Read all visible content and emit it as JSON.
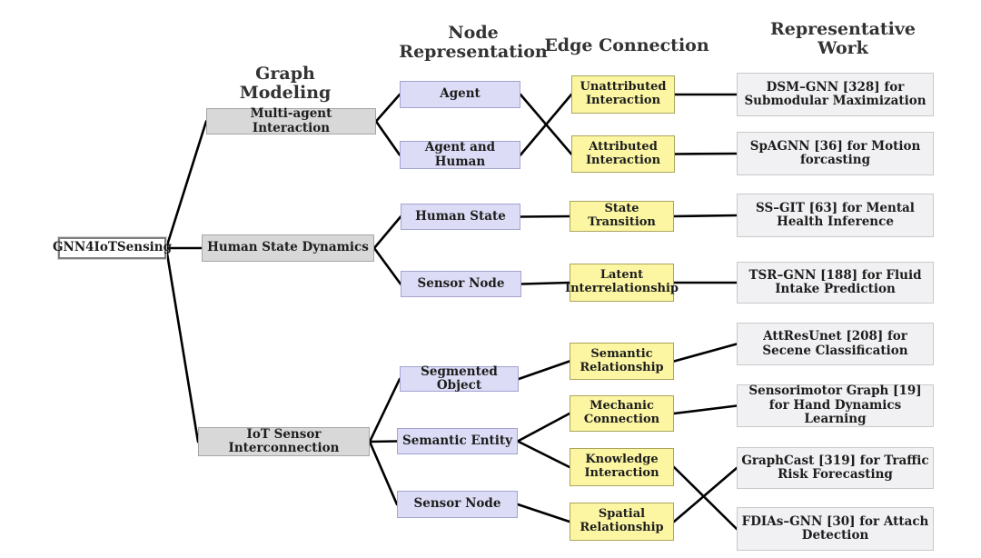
{
  "headers": {
    "graph_modeling": "Graph Modeling",
    "node_representation": "Node Representation",
    "edge_connection": "Edge Connection",
    "representative_work": "Representative Work"
  },
  "nodes": {
    "root": {
      "label": "GNN4IoTSensing",
      "type": "root"
    },
    "multi_agent": {
      "label": "Multi-agent Interaction",
      "type": "graph-modeling"
    },
    "human_state_dynamics": {
      "label": "Human State Dynamics",
      "type": "graph-modeling"
    },
    "iot_sensor": {
      "label": "IoT Sensor Interconnection",
      "type": "graph-modeling"
    },
    "agent": {
      "label": "Agent",
      "type": "node-representation"
    },
    "agent_human": {
      "label": "Agent and Human",
      "type": "node-representation"
    },
    "human_state": {
      "label": "Human State",
      "type": "node-representation"
    },
    "sensor_node_mid": {
      "label": "Sensor Node",
      "type": "node-representation"
    },
    "segmented_object": {
      "label": "Segmented Object",
      "type": "node-representation"
    },
    "semantic_entity": {
      "label": "Semantic Entity",
      "type": "node-representation"
    },
    "sensor_node_bot": {
      "label": "Sensor Node",
      "type": "node-representation"
    },
    "unattributed": {
      "label": "Unattributed Interaction",
      "type": "edge-connection"
    },
    "attributed": {
      "label": "Attributed Interaction",
      "type": "edge-connection"
    },
    "state_transition": {
      "label": "State Transition",
      "type": "edge-connection"
    },
    "latent_inter": {
      "label": "Latent Interrelationship",
      "type": "edge-connection"
    },
    "semantic_rel": {
      "label": "Semantic Relationship",
      "type": "edge-connection"
    },
    "mechanic_conn": {
      "label": "Mechanic Connection",
      "type": "edge-connection"
    },
    "knowledge_inter": {
      "label": "Knowledge Interaction",
      "type": "edge-connection"
    },
    "spatial_rel": {
      "label": "Spatial Relationship",
      "type": "edge-connection"
    },
    "dsm": {
      "label": "DSM–GNN [328] for Submodular Maximization",
      "type": "representative-work"
    },
    "spagnn": {
      "label": "SpAGNN [36] for Motion forcasting",
      "type": "representative-work"
    },
    "ssgit": {
      "label": "SS–GIT [63] for Mental Health Inference",
      "type": "representative-work"
    },
    "tsr": {
      "label": "TSR–GNN [188] for Fluid Intake Prediction",
      "type": "representative-work"
    },
    "attres": {
      "label": "AttResUnet [208] for Secene Classification",
      "type": "representative-work"
    },
    "sensorimotor": {
      "label": "Sensorimotor Graph [19] for Hand Dynamics Learning",
      "type": "representative-work"
    },
    "graphcast": {
      "label": "GraphCast [319] for Traffic Risk Forecasting",
      "type": "representative-work"
    },
    "fdias": {
      "label": "FDIAs–GNN [30] for Attach Detection",
      "type": "representative-work"
    }
  },
  "edges": [
    [
      "root",
      "multi_agent"
    ],
    [
      "root",
      "human_state_dynamics"
    ],
    [
      "root",
      "iot_sensor"
    ],
    [
      "multi_agent",
      "agent"
    ],
    [
      "multi_agent",
      "agent_human"
    ],
    [
      "agent",
      "attributed"
    ],
    [
      "agent_human",
      "unattributed"
    ],
    [
      "unattributed",
      "dsm"
    ],
    [
      "attributed",
      "spagnn"
    ],
    [
      "human_state_dynamics",
      "human_state"
    ],
    [
      "human_state_dynamics",
      "sensor_node_mid"
    ],
    [
      "human_state",
      "state_transition"
    ],
    [
      "sensor_node_mid",
      "latent_inter"
    ],
    [
      "state_transition",
      "ssgit"
    ],
    [
      "latent_inter",
      "tsr"
    ],
    [
      "iot_sensor",
      "segmented_object"
    ],
    [
      "iot_sensor",
      "semantic_entity"
    ],
    [
      "iot_sensor",
      "sensor_node_bot"
    ],
    [
      "segmented_object",
      "semantic_rel"
    ],
    [
      "semantic_entity",
      "mechanic_conn"
    ],
    [
      "semantic_entity",
      "knowledge_inter"
    ],
    [
      "sensor_node_bot",
      "spatial_rel"
    ],
    [
      "semantic_rel",
      "attres"
    ],
    [
      "mechanic_conn",
      "sensorimotor"
    ],
    [
      "knowledge_inter",
      "fdias"
    ],
    [
      "spatial_rel",
      "graphcast"
    ]
  ],
  "colors": {
    "gray_fill": "#d8d8d8",
    "gray_border": "#a6a6a6",
    "purple_fill": "#dcdcf6",
    "purple_border": "#a3a3d1",
    "yellow_fill": "#fcf6a3",
    "yellow_border": "#a9a55e",
    "rep_fill": "#f1f1f3",
    "rep_border": "#c9c9c9",
    "line": "#000000",
    "text": "#1d1d1d",
    "header": "#333333"
  }
}
